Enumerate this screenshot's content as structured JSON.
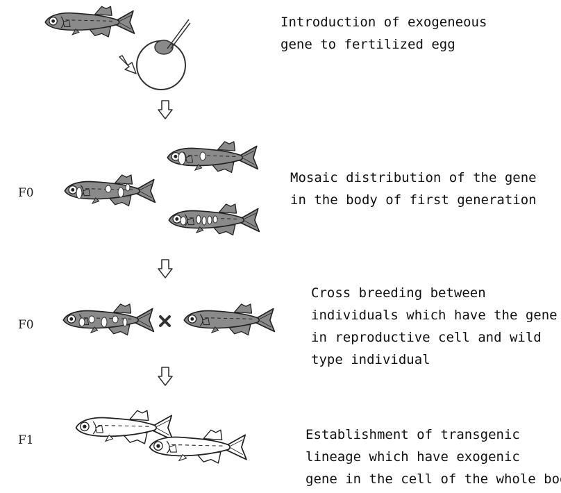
{
  "steps": [
    {
      "lines": [
        "Introduction of exogeneous",
        "gene to fertilized egg"
      ]
    },
    {
      "generation": "F0",
      "lines": [
        "Mosaic distribution of the gene",
        "in the body of first generation"
      ]
    },
    {
      "generation": "F0",
      "lines": [
        "Cross breeding between",
        "individuals which have the gene",
        "in reproductive cell and wild",
        "type individual"
      ]
    },
    {
      "generation": "F1",
      "lines": [
        "Establishment of transgenic",
        "lineage which have exogenic",
        "gene in the cell of the whole body"
      ]
    }
  ],
  "colors": {
    "fish_dark": "#8a8a8a",
    "fish_light": "#ffffff",
    "egg_yolk": "#8a8a8a",
    "outline": "#222222",
    "spot": "#ffffff",
    "cross": "#333333"
  },
  "icons": {
    "arrow": "hollow-down-arrow-icon",
    "cross": "cross-mark-icon"
  }
}
